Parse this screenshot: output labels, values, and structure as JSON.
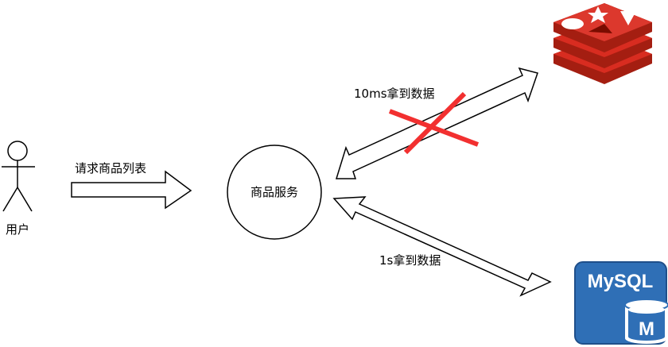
{
  "nodes": {
    "user_label": "用户",
    "service_label": "商品服务",
    "mysql_logo_text": "MySQL",
    "mysql_badge_letter": "M"
  },
  "edges": {
    "request_label": "请求商品列表",
    "redis_label": "10ms拿到数据",
    "mysql_label": "1s拿到数据"
  },
  "icons": {
    "user": "stick-figure-icon",
    "redis": "redis-logo-icon",
    "mysql": "mysql-database-icon",
    "cancel": "red-x-cross-icon"
  },
  "colors": {
    "stroke": "#000000",
    "cross": "#f23030",
    "redis_top": "#d82c20",
    "redis_side": "#a41e11",
    "mysql_blue": "#2f6fb6",
    "mysql_border": "#1f4f8a"
  }
}
